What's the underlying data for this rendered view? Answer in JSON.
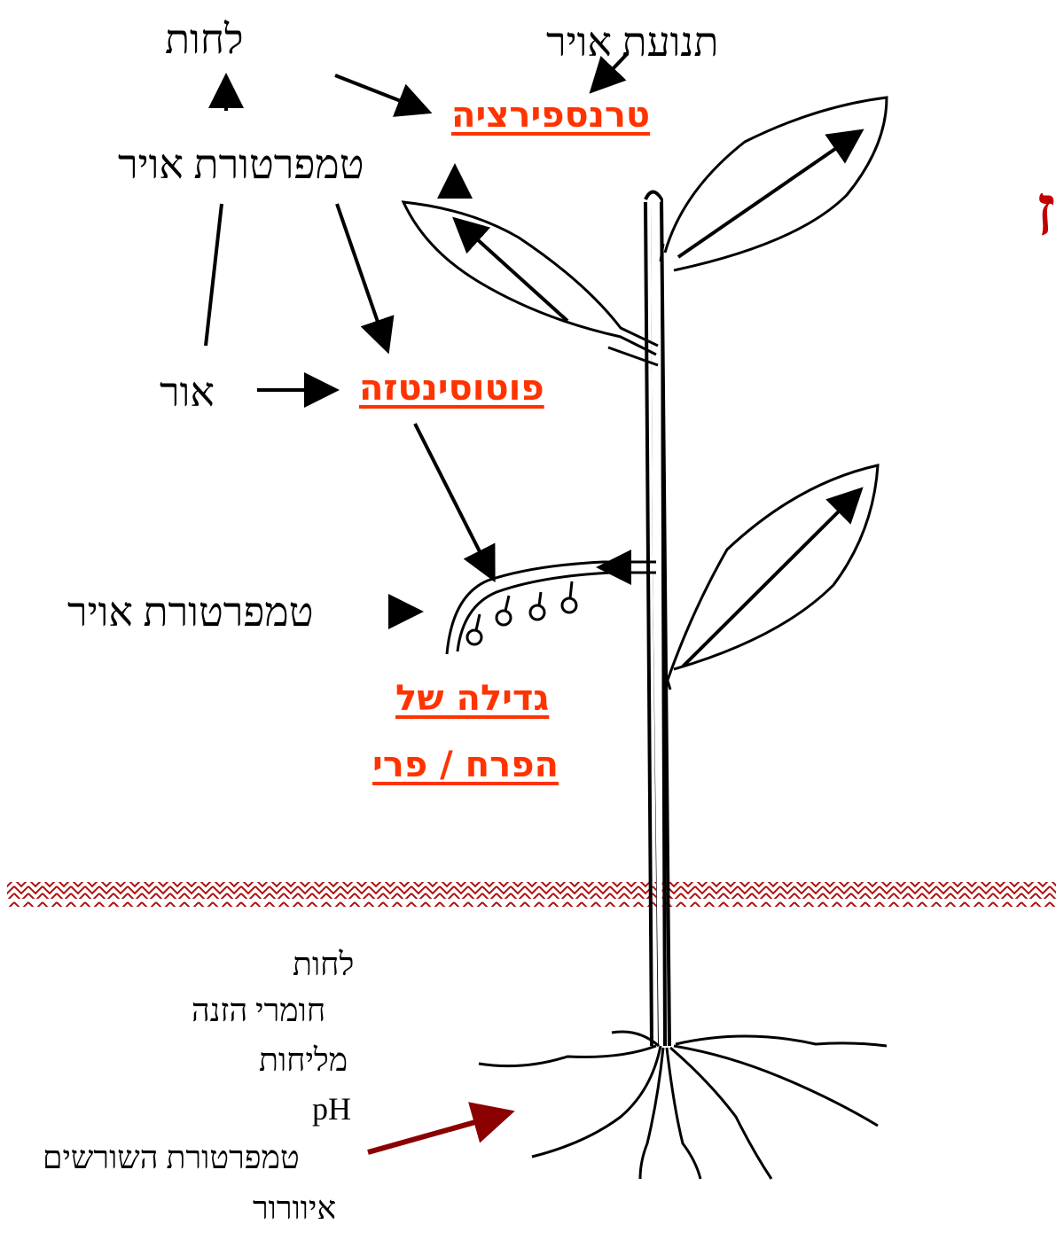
{
  "colors": {
    "process": "#ff3300",
    "soil_arrow": "#8b0000",
    "edge_glyph": "#c00000",
    "soil_line": "#b01010",
    "ink": "#000000"
  },
  "labels": {
    "humidity_top": "לחות",
    "air_movement": "תנועת אויר",
    "air_temperature_top": "טמפרטורת אויר",
    "light": "אור",
    "air_temperature_flower": "טמפרטורת אויר"
  },
  "processes": {
    "transpiration": "טרנספירציה",
    "photosynthesis": "פוטוסינטזה",
    "growth_line1": "גדילה של",
    "growth_line2": "הפרח / פרי "
  },
  "soil_factors": [
    "לחות",
    "חומרי הזנה",
    "מליחות",
    "pH",
    "טמפרטורת השורשים",
    "איוורור"
  ],
  "edge_glyph": "ז"
}
